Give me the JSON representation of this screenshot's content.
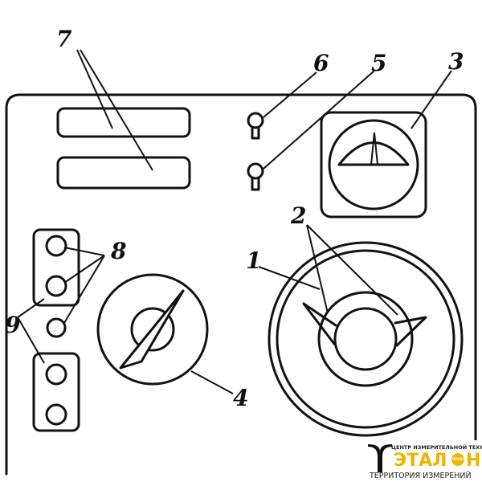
{
  "diagram": {
    "labels": {
      "l1": "1",
      "l2": "2",
      "l3": "3",
      "l4": "4",
      "l5": "5",
      "l6": "6",
      "l7": "7",
      "l8": "8",
      "l9": "9"
    }
  },
  "logo": {
    "top_line": "ЦЕНТР ИЗМЕРИТЕЛЬНОЙ ТЕХНИКИ",
    "name_left": "ЭТАЛ",
    "name_right": "Н",
    "globe_text": "ПРИБОР",
    "tagline": "ТЕРРИТОРИЯ ИЗМЕРЕНИЙ",
    "accent_color": "#f0b400"
  }
}
